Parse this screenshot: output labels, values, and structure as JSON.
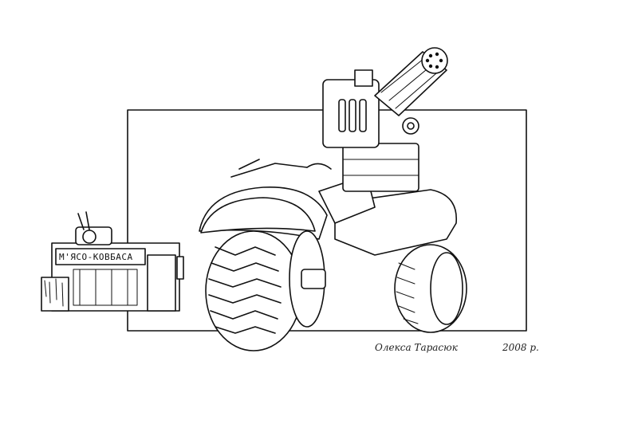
{
  "illustration": {
    "kiosk_sign": "М'ЯСО-КОВБАСА",
    "signature": "Олекса Тарасюк",
    "signature_year": "2008 р."
  }
}
